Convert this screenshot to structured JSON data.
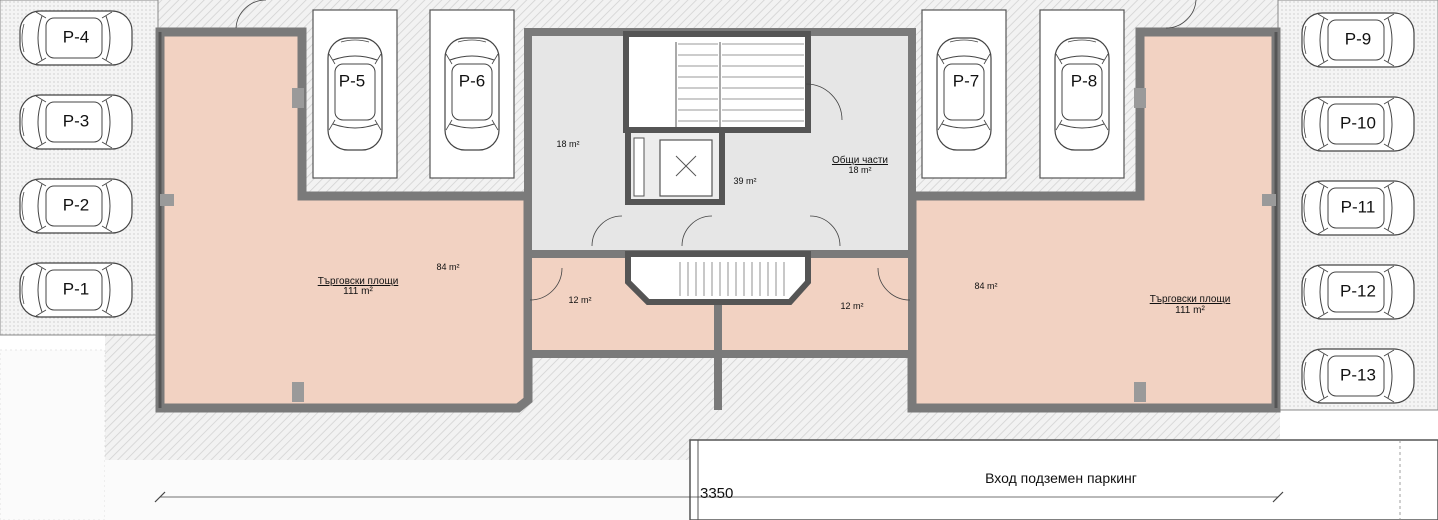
{
  "parking": {
    "left_column": [
      "P-4",
      "P-3",
      "P-2",
      "P-1"
    ],
    "left_bays": [
      "P-5",
      "P-6"
    ],
    "right_bays": [
      "P-7",
      "P-8"
    ],
    "right_column": [
      "P-9",
      "P-10",
      "P-11",
      "P-12",
      "P-13"
    ]
  },
  "rooms": {
    "retail_left_title": "Търговски площи",
    "retail_left_area": "111 m²",
    "retail_left_sub_area": "84 m²",
    "retail_right_title": "Търговски площи",
    "retail_right_area": "111 m²",
    "retail_right_sub_area": "84 m²",
    "small_left_area": "12 m²",
    "small_right_area": "12 m²",
    "hall_left_area": "18 m²",
    "hall_center_area": "39 m²",
    "common_title": "Общи части",
    "common_area": "18 m²"
  },
  "entrance": {
    "label": "Вход подземен паркинг",
    "dimension": "3350"
  },
  "colors": {
    "retail_fill": "#f2d2c2",
    "common_fill": "#e6e6e6",
    "wall": "#7a7a7a",
    "hatch_bg": "#f0f0f0",
    "hatch_line": "#d4d4d4"
  }
}
